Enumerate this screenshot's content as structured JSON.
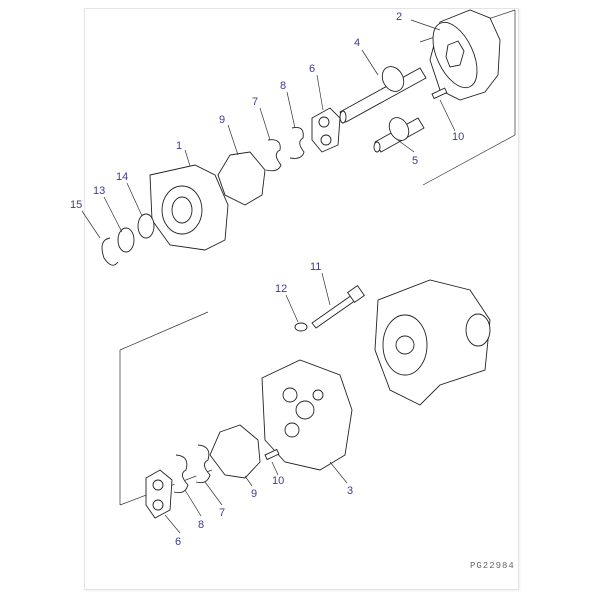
{
  "diagram": {
    "drawing_code": "PG22984",
    "label_color": "#3c3c98",
    "callouts": [
      {
        "id": "c2",
        "text": "2"
      },
      {
        "id": "c4",
        "text": "4"
      },
      {
        "id": "c6",
        "text": "6"
      },
      {
        "id": "c8",
        "text": "8"
      },
      {
        "id": "c7",
        "text": "7"
      },
      {
        "id": "c9",
        "text": "9"
      },
      {
        "id": "c1",
        "text": "1"
      },
      {
        "id": "c14",
        "text": "14"
      },
      {
        "id": "c13",
        "text": "13"
      },
      {
        "id": "c15",
        "text": "15"
      },
      {
        "id": "c5",
        "text": "5"
      },
      {
        "id": "c10",
        "text": "10"
      },
      {
        "id": "c11",
        "text": "11"
      },
      {
        "id": "c12",
        "text": "12"
      },
      {
        "id": "c3",
        "text": "3"
      },
      {
        "id": "c10b",
        "text": "10"
      },
      {
        "id": "c9b",
        "text": "9"
      },
      {
        "id": "c7b",
        "text": "7"
      },
      {
        "id": "c8b",
        "text": "8"
      },
      {
        "id": "c6b",
        "text": "6"
      }
    ]
  }
}
